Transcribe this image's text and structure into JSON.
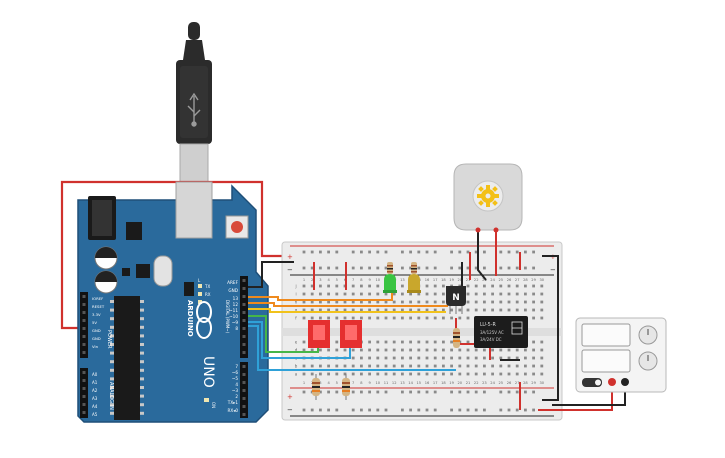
{
  "arduino": {
    "pin_labels": [
      "AREF",
      "GND",
      "13",
      "12",
      "~11",
      "~10",
      "~9",
      "8",
      "7",
      "~6",
      "~5",
      "4",
      "~3",
      "2",
      "TX▸1",
      "RX◂0"
    ],
    "power_labels": [
      "IOREF",
      "RESET",
      "3.3V",
      "5V",
      "GND",
      "GND",
      "Vin"
    ],
    "analog_labels": [
      "A0",
      "A1",
      "A2",
      "A3",
      "A4",
      "A5"
    ],
    "header_power": "POWER",
    "header_analog": "ANALOG IN",
    "header_digital": "DIGITAL (PWM~)",
    "brand": "ARDUINO",
    "model": "UNO",
    "tx": "TX",
    "rx": "RX",
    "on": "ON",
    "l": "L"
  },
  "breadboard": {
    "column_numbers": [
      "1",
      "2",
      "3",
      "4",
      "5",
      "6",
      "7",
      "8",
      "9",
      "10",
      "11",
      "12",
      "13",
      "14",
      "15",
      "16",
      "17",
      "18",
      "19",
      "20",
      "21",
      "22",
      "23",
      "24",
      "25",
      "26",
      "27",
      "28",
      "29",
      "30"
    ],
    "row_letters_top": [
      "j",
      "i",
      "h",
      "g",
      "f"
    ],
    "row_letters_bottom": [
      "e",
      "d",
      "c",
      "b",
      "a"
    ],
    "plus": "+",
    "minus": "−"
  },
  "transistor": {
    "label": "N"
  },
  "relay": {
    "lines": [
      "LU-5-R",
      "3A/125V AC",
      "3A/24V DC"
    ]
  },
  "colors": {
    "arduino": "#2a6a9c",
    "board_dark": "#1f4f78",
    "usb_body": "#2b2b2b",
    "breadboard": "#ececec",
    "wire_red": "#d0312d",
    "wire_black": "#222222",
    "wire_orange": "#ef8a1d",
    "wire_yellow": "#f1c21b",
    "wire_green": "#45b649",
    "wire_blue": "#2fa1d8",
    "switch_red": "#e52f2f",
    "led_green": "#39c441",
    "led_yellow": "#c9a72c",
    "motor": "#d9d9d9"
  }
}
